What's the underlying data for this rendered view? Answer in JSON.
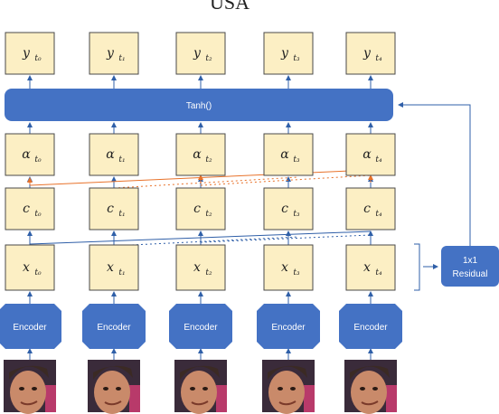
{
  "top_text": "USA",
  "tanh_label": "Tanh()",
  "residual_lines": [
    "1x1",
    "Residual"
  ],
  "encoder_label": "Encoder",
  "rows": {
    "y": {
      "symbol": "y",
      "subs": [
        "t₀",
        "t₁",
        "t₂",
        "t₃",
        "t₄"
      ]
    },
    "alpha": {
      "symbol": "α",
      "subs": [
        "t₀",
        "t₁",
        "t₂",
        "t₃",
        "t₄"
      ]
    },
    "c": {
      "symbol": "c",
      "subs": [
        "t₀",
        "t₁",
        "t₂",
        "t₃",
        "t₄"
      ]
    },
    "x": {
      "symbol": "x",
      "subs": [
        "t₀",
        "t₁",
        "t₂",
        "t₃",
        "t₄"
      ]
    }
  },
  "colors": {
    "box_fill": "#fcefc4",
    "box_stroke": "#4a4a4a",
    "blue": "#4472c4",
    "arrow_blue": "#2f5fa8",
    "orange": "#e8722a",
    "skin": "#c98a6a",
    "photo_bg": "#3a2b3a"
  },
  "icons": [
    "face-photo-icon"
  ]
}
